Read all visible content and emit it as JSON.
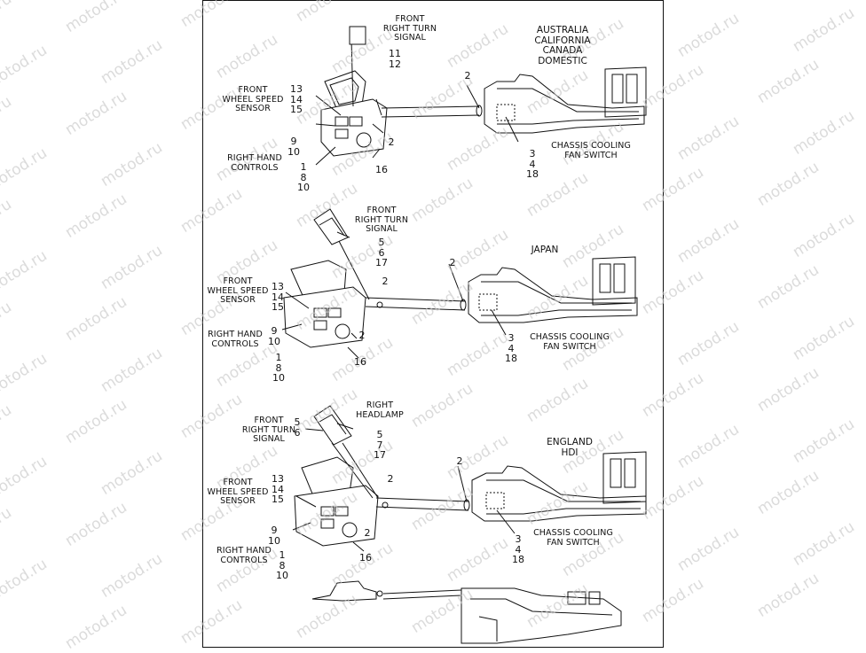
{
  "watermark_text": "motod.ru",
  "panels": [
    {
      "region": "AUSTRALIA\nCALIFORNIA\nCANADA\nDOMESTIC",
      "labels": {
        "turn_signal": "FRONT\nRIGHT TURN\nSIGNAL",
        "turn_signal_nums": "11\n12",
        "wheel_speed": "FRONT\nWHEEL SPEED\nSENSOR",
        "wheel_speed_nums": "13\n14\n15",
        "hand_controls": "RIGHT HAND\nCONTROLS",
        "hand_nums_a": "9\n10",
        "hand_nums_b": "1\n8\n10",
        "fan_switch": "CHASSIS COOLING\nFAN SWITCH",
        "fan_nums": "3\n4\n18",
        "n2a": "2",
        "n2b": "2",
        "n16": "16"
      }
    },
    {
      "region": "JAPAN",
      "labels": {
        "turn_signal": "FRONT\nRIGHT TURN\nSIGNAL",
        "turn_signal_nums": "5\n6\n17",
        "wheel_speed": "FRONT\nWHEEL SPEED\nSENSOR",
        "wheel_speed_nums": "13\n14\n15",
        "hand_controls": "RIGHT HAND\nCONTROLS",
        "hand_nums_a": "9\n10",
        "hand_nums_b": "1\n8\n10",
        "fan_switch": "CHASSIS COOLING\nFAN SWITCH",
        "fan_nums": "3\n4\n18",
        "n2a": "2",
        "n2b": "2",
        "n2c": "2",
        "n16": "16"
      }
    },
    {
      "region": "ENGLAND\nHDI",
      "labels": {
        "headlamp": "RIGHT\nHEADLAMP",
        "headlamp_nums": "5\n7\n17",
        "turn_signal": "FRONT\nRIGHT TURN\nSIGNAL",
        "turn_signal_nums": "5\n6",
        "wheel_speed": "FRONT\nWHEEL SPEED\nSENSOR",
        "wheel_speed_nums": "13\n14\n15",
        "hand_controls": "RIGHT HAND\nCONTROLS",
        "hand_nums_a": "9\n10",
        "hand_nums_b": "1\n8\n10",
        "fan_switch": "CHASSIS COOLING\nFAN SWITCH",
        "fan_nums": "3\n4\n18",
        "n2a": "2",
        "n2b": "2",
        "n2c": "2",
        "n16": "16"
      }
    }
  ]
}
